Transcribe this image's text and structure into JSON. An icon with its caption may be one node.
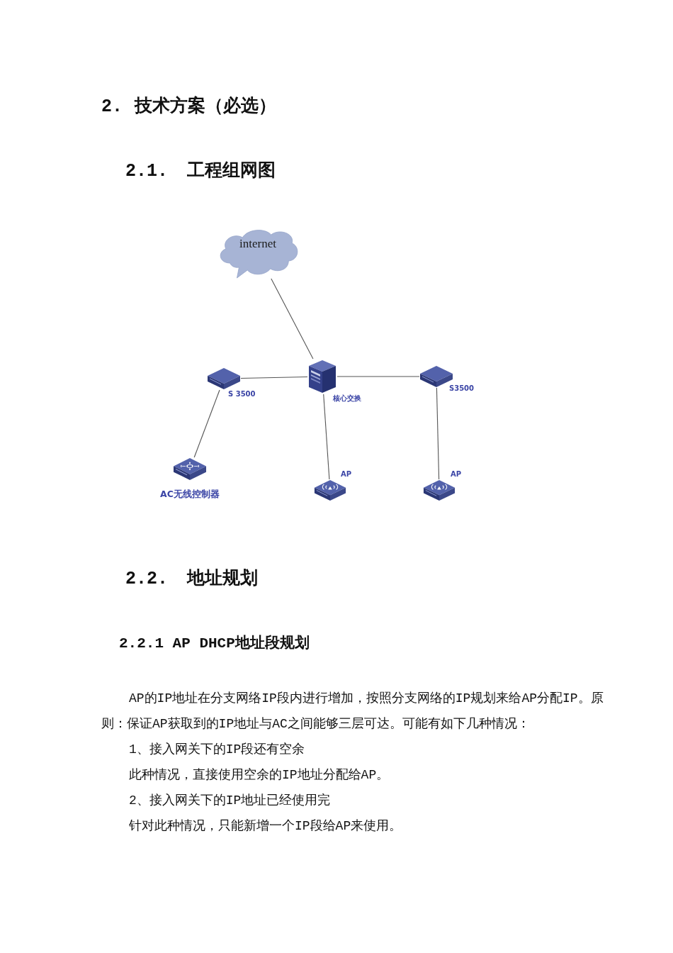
{
  "diagram": {
    "nodes": [
      {
        "text": [
          "internet"
        ]
      },
      {
        "text": [],
        "shape": "picture",
        "beside": [
          "S 3500"
        ]
      },
      {
        "text": [],
        "shape": "picture",
        "beside": [
          "核心交换"
        ]
      },
      {
        "text": [],
        "shape": "picture",
        "beside": [
          "S3500"
        ]
      },
      {
        "text": [],
        "shape": "picture",
        "beside": [
          "AC无线控制器"
        ]
      },
      {
        "text": [],
        "shape": "picture",
        "beside": [
          "AP"
        ]
      },
      {
        "text": [],
        "shape": "picture",
        "beside": [
          "AP"
        ]
      }
    ],
    "edges": [
      {
        "from": 0,
        "to": 2,
        "arrow": "none"
      },
      {
        "from": 1,
        "to": 2,
        "arrow": "none"
      },
      {
        "from": 2,
        "to": 3,
        "arrow": "none"
      },
      {
        "from": 1,
        "to": 4,
        "arrow": "none"
      },
      {
        "from": 2,
        "to": 5,
        "arrow": "none"
      },
      {
        "from": 3,
        "to": 6,
        "arrow": "none"
      }
    ],
    "labels": [
      "2. 技术方案（必选）",
      "2.1. 工程组网图",
      "2.2. 地址规划",
      "2.2.1 AP DHCP地址段规划",
      "AP的IP地址在分支网络IP段内进行增加，按照分支网络的IP规划来给AP分配IP。原则：保证AP获取到的IP地址与AC之间能够三层可达。可能有如下几种情况：",
      "1、接入网关下的IP段还有空余",
      "此种情况，直接使用空余的IP地址分配给AP。",
      "2、接入网关下的IP地址已经使用完",
      "针对此种情况，只能新增一个IP段给AP来使用。"
    ]
  }
}
